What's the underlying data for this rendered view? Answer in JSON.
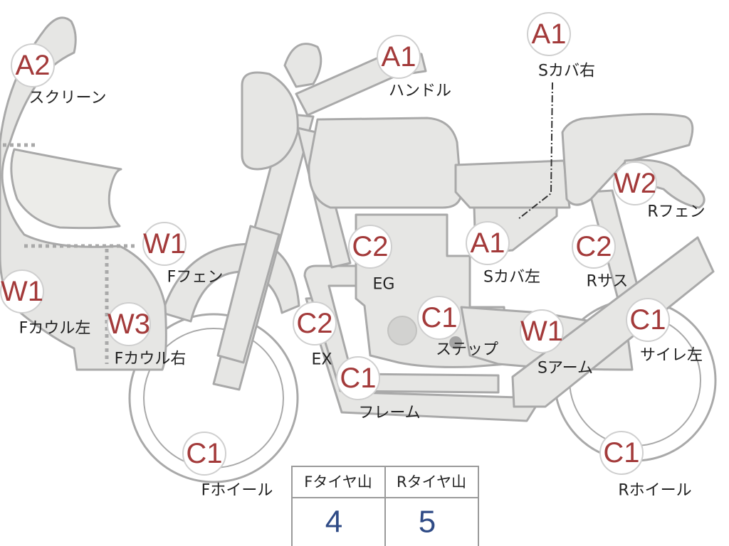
{
  "labels": [
    {
      "id": "screen",
      "grade": "A2",
      "name": "スクリーン"
    },
    {
      "id": "handle",
      "grade": "A1",
      "name": "ハンドル"
    },
    {
      "id": "side-cover-right",
      "grade": "A1",
      "name": "Sカバ右"
    },
    {
      "id": "rear-fender",
      "grade": "W2",
      "name": "Rフェン"
    },
    {
      "id": "front-fender",
      "grade": "W1",
      "name": "Fフェン"
    },
    {
      "id": "engine",
      "grade": "C2",
      "name": "EG"
    },
    {
      "id": "side-cover-left",
      "grade": "A1",
      "name": "Sカバ左"
    },
    {
      "id": "rear-suspension",
      "grade": "C2",
      "name": "Rサス"
    },
    {
      "id": "front-cowl-left",
      "grade": "W1",
      "name": "Fカウル左"
    },
    {
      "id": "front-cowl-right",
      "grade": "W3",
      "name": "Fカウル右"
    },
    {
      "id": "exhaust",
      "grade": "C2",
      "name": "EX"
    },
    {
      "id": "step",
      "grade": "C1",
      "name": "ステップ"
    },
    {
      "id": "swing-arm",
      "grade": "W1",
      "name": "Sアーム"
    },
    {
      "id": "silencer-left",
      "grade": "C1",
      "name": "サイレ左"
    },
    {
      "id": "frame",
      "grade": "C1",
      "name": "フレーム"
    },
    {
      "id": "front-wheel",
      "grade": "C1",
      "name": "Fホイール"
    },
    {
      "id": "rear-wheel",
      "grade": "C1",
      "name": "Rホイール"
    }
  ],
  "tire_table": {
    "front": {
      "label": "Fタイヤ山",
      "value": "4"
    },
    "rear": {
      "label": "Rタイヤ山",
      "value": "5"
    }
  },
  "colors": {
    "grade": "#a33a3a",
    "tire_value": "#2f4b86",
    "part_fill": "#e6e6e4",
    "part_stroke": "#a9a9a9"
  }
}
